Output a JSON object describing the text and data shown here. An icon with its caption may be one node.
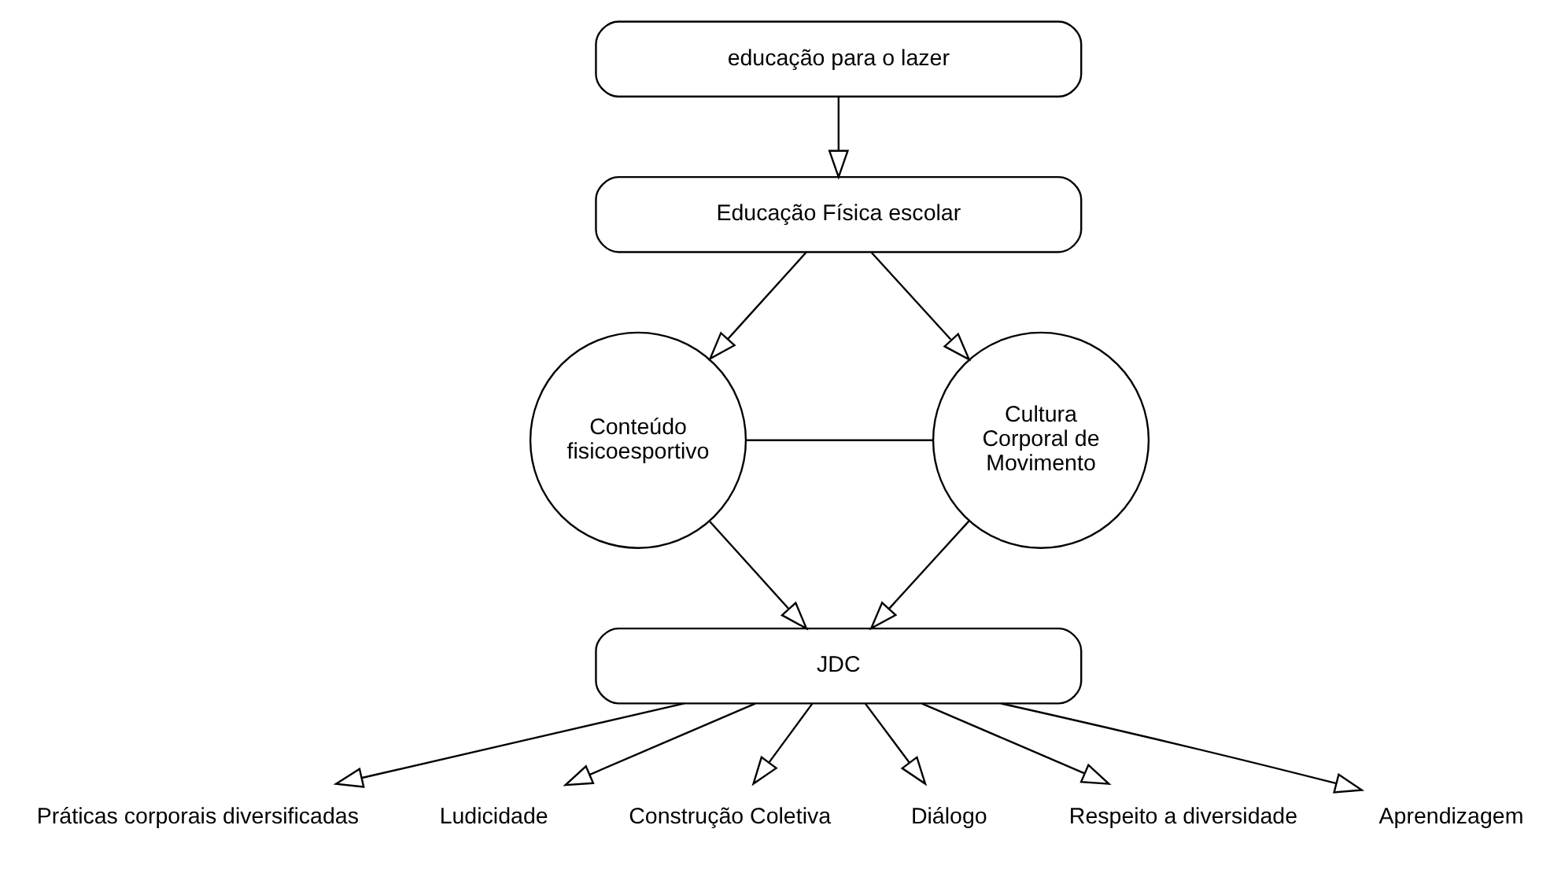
{
  "diagram": {
    "nodes": [
      {
        "text": [
          "educação para o lazer"
        ]
      },
      {
        "text": [
          "Educação Física escolar"
        ]
      },
      {
        "text": [
          "Conteúdo fisicoesportivo"
        ]
      },
      {
        "text": [
          "Cultura Corporal de Movimento"
        ]
      },
      {
        "text": [
          "JDC"
        ]
      },
      {
        "text": [
          "Práticas corporais diversificadas"
        ]
      },
      {
        "text": [
          "Ludicidade"
        ]
      },
      {
        "text": [
          "Construção Coletiva"
        ]
      },
      {
        "text": [
          "Diálogo"
        ]
      },
      {
        "text": [
          "Respeito a diversidade"
        ]
      },
      {
        "text": [
          "Aprendizagem"
        ]
      }
    ],
    "edges": [
      {
        "from": 0,
        "to": 1,
        "arrow": "to"
      },
      {
        "from": 1,
        "to": 2,
        "arrow": "to"
      },
      {
        "from": 1,
        "to": 3,
        "arrow": "to"
      },
      {
        "from": 2,
        "to": 3,
        "arrow": "none"
      },
      {
        "from": 2,
        "to": 4,
        "arrow": "to"
      },
      {
        "from": 3,
        "to": 4,
        "arrow": "to"
      },
      {
        "from": 4,
        "to": 5,
        "arrow": "to"
      },
      {
        "from": 4,
        "to": 6,
        "arrow": "to"
      },
      {
        "from": 4,
        "to": 7,
        "arrow": "to"
      },
      {
        "from": 4,
        "to": 8,
        "arrow": "to"
      },
      {
        "from": 4,
        "to": 9,
        "arrow": "to"
      },
      {
        "from": 4,
        "to": 10,
        "arrow": "to"
      }
    ]
  }
}
